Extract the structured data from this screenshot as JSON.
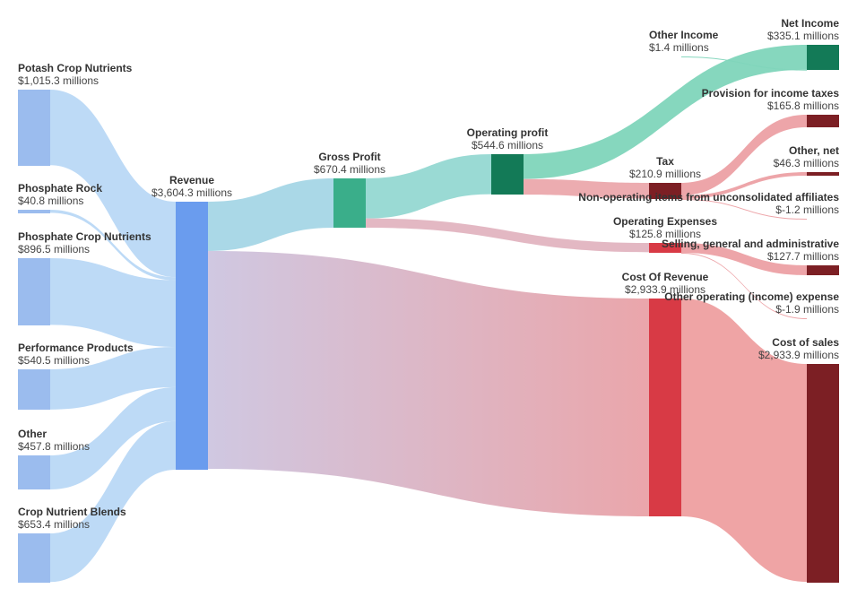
{
  "chart_data": {
    "type": "sankey",
    "unit": "millions",
    "nodes": [
      {
        "id": "potash",
        "name": "Potash Crop Nutrients",
        "value_label": "$1,015.3 millions",
        "value": 1015.3,
        "color": "#9bbcee",
        "label_side": "above-left"
      },
      {
        "id": "phosrock",
        "name": "Phosphate Rock",
        "value_label": "$40.8 millions",
        "value": 40.8,
        "color": "#9bbcee",
        "label_side": "above-left"
      },
      {
        "id": "phoscrop",
        "name": "Phosphate Crop Nutrients",
        "value_label": "$896.5 millions",
        "value": 896.5,
        "color": "#9bbcee",
        "label_side": "above-left"
      },
      {
        "id": "perf",
        "name": "Performance Products",
        "value_label": "$540.5 millions",
        "value": 540.5,
        "color": "#9bbcee",
        "label_side": "above-left"
      },
      {
        "id": "other",
        "name": "Other",
        "value_label": "$457.8 millions",
        "value": 457.8,
        "color": "#9bbcee",
        "label_side": "above-left"
      },
      {
        "id": "blends",
        "name": "Crop Nutrient Blends",
        "value_label": "$653.4 millions",
        "value": 653.4,
        "color": "#9bbcee",
        "label_side": "above-left"
      },
      {
        "id": "revenue",
        "name": "Revenue",
        "value_label": "$3,604.3 millions",
        "value": 3604.3,
        "color": "#6a9cee",
        "label_side": "above-center"
      },
      {
        "id": "gross",
        "name": "Gross Profit",
        "value_label": "$670.4 millions",
        "value": 670.4,
        "color": "#3aae8a",
        "label_side": "above-center"
      },
      {
        "id": "cor",
        "name": "Cost Of Revenue",
        "value_label": "$2,933.9 millions",
        "value": 2933.9,
        "color": "#d83a45",
        "label_side": "above-center"
      },
      {
        "id": "opprofit",
        "name": "Operating profit",
        "value_label": "$544.6 millions",
        "value": 544.6,
        "color": "#137a57",
        "label_side": "above-center"
      },
      {
        "id": "opex",
        "name": "Operating Expenses",
        "value_label": "$125.8 millions",
        "value": 125.8,
        "color": "#d83a45",
        "label_side": "above-center"
      },
      {
        "id": "othinc",
        "name": "Other Income",
        "value_label": "$1.4 millions",
        "value": 1.4,
        "color": "#137a57",
        "label_side": "above-left"
      },
      {
        "id": "tax",
        "name": "Tax",
        "value_label": "$210.9 millions",
        "value": 210.9,
        "color": "#7c1f24",
        "label_side": "above-center"
      },
      {
        "id": "netinc",
        "name": "Net Income",
        "value_label": "$335.1 millions",
        "value": 335.1,
        "color": "#137a57",
        "label_side": "above-right"
      },
      {
        "id": "prov",
        "name": "Provision for income taxes",
        "value_label": "$165.8 millions",
        "value": 165.8,
        "color": "#7c1f24",
        "label_side": "above-right"
      },
      {
        "id": "othnet",
        "name": "Other, net",
        "value_label": "$46.3 millions",
        "value": 46.3,
        "color": "#7c1f24",
        "label_side": "above-right"
      },
      {
        "id": "nonop",
        "name": "Non-operating items from unconsolidated affiliates",
        "value_label": "$-1.2 millions",
        "value": -1.2,
        "color": "#7c1f24",
        "label_side": "above-right"
      },
      {
        "id": "sga",
        "name": "Selling, general and administrative",
        "value_label": "$127.7 millions",
        "value": 127.7,
        "color": "#7c1f24",
        "label_side": "above-right"
      },
      {
        "id": "othop",
        "name": "Other operating (income) expense",
        "value_label": "$-1.9 millions",
        "value": -1.9,
        "color": "#7c1f24",
        "label_side": "above-right"
      },
      {
        "id": "cos",
        "name": "Cost of sales",
        "value_label": "$2,933.9 millions",
        "value": 2933.9,
        "color": "#7c1f24",
        "label_side": "above-right"
      }
    ],
    "links": [
      {
        "source": "potash",
        "target": "revenue",
        "value": 1015.3,
        "color": "#b9d8f6"
      },
      {
        "source": "phosrock",
        "target": "revenue",
        "value": 40.8,
        "color": "#b9d8f6"
      },
      {
        "source": "phoscrop",
        "target": "revenue",
        "value": 896.5,
        "color": "#b9d8f6"
      },
      {
        "source": "perf",
        "target": "revenue",
        "value": 540.5,
        "color": "#b9d8f6"
      },
      {
        "source": "other",
        "target": "revenue",
        "value": 457.8,
        "color": "#b9d8f6"
      },
      {
        "source": "blends",
        "target": "revenue",
        "value": 653.4,
        "color": "#b9d8f6"
      },
      {
        "source": "revenue",
        "target": "gross",
        "value": 670.4,
        "color": "#a5d6e6"
      },
      {
        "source": "revenue",
        "target": "cor",
        "value": 2933.9,
        "color": "#e6a2a8",
        "color_from": "#cdc5e0"
      },
      {
        "source": "gross",
        "target": "opprofit",
        "value": 544.6,
        "color": "#95d8d2"
      },
      {
        "source": "gross",
        "target": "opex",
        "value": 125.8,
        "color": "#e2b4c0"
      },
      {
        "source": "opprofit",
        "target": "netinc",
        "value": 335.1,
        "color": "#7fd5bb"
      },
      {
        "source": "opprofit",
        "target": "tax",
        "value": 210.9,
        "color": "#eba8ac"
      },
      {
        "source": "othinc",
        "target": "netinc",
        "value": 1.4,
        "color": "#7fd5bb"
      },
      {
        "source": "tax",
        "target": "prov",
        "value": 165.8,
        "color": "#eca0a4"
      },
      {
        "source": "tax",
        "target": "othnet",
        "value": 46.3,
        "color": "#eca0a4"
      },
      {
        "source": "tax",
        "target": "nonop",
        "value": 1.2,
        "color": "#eca0a4"
      },
      {
        "source": "opex",
        "target": "sga",
        "value": 127.7,
        "color": "#eca0a4"
      },
      {
        "source": "opex",
        "target": "othop",
        "value": 1.9,
        "color": "#eca0a4"
      },
      {
        "source": "cor",
        "target": "cos",
        "value": 2933.9,
        "color": "#ee9fa0"
      }
    ]
  }
}
